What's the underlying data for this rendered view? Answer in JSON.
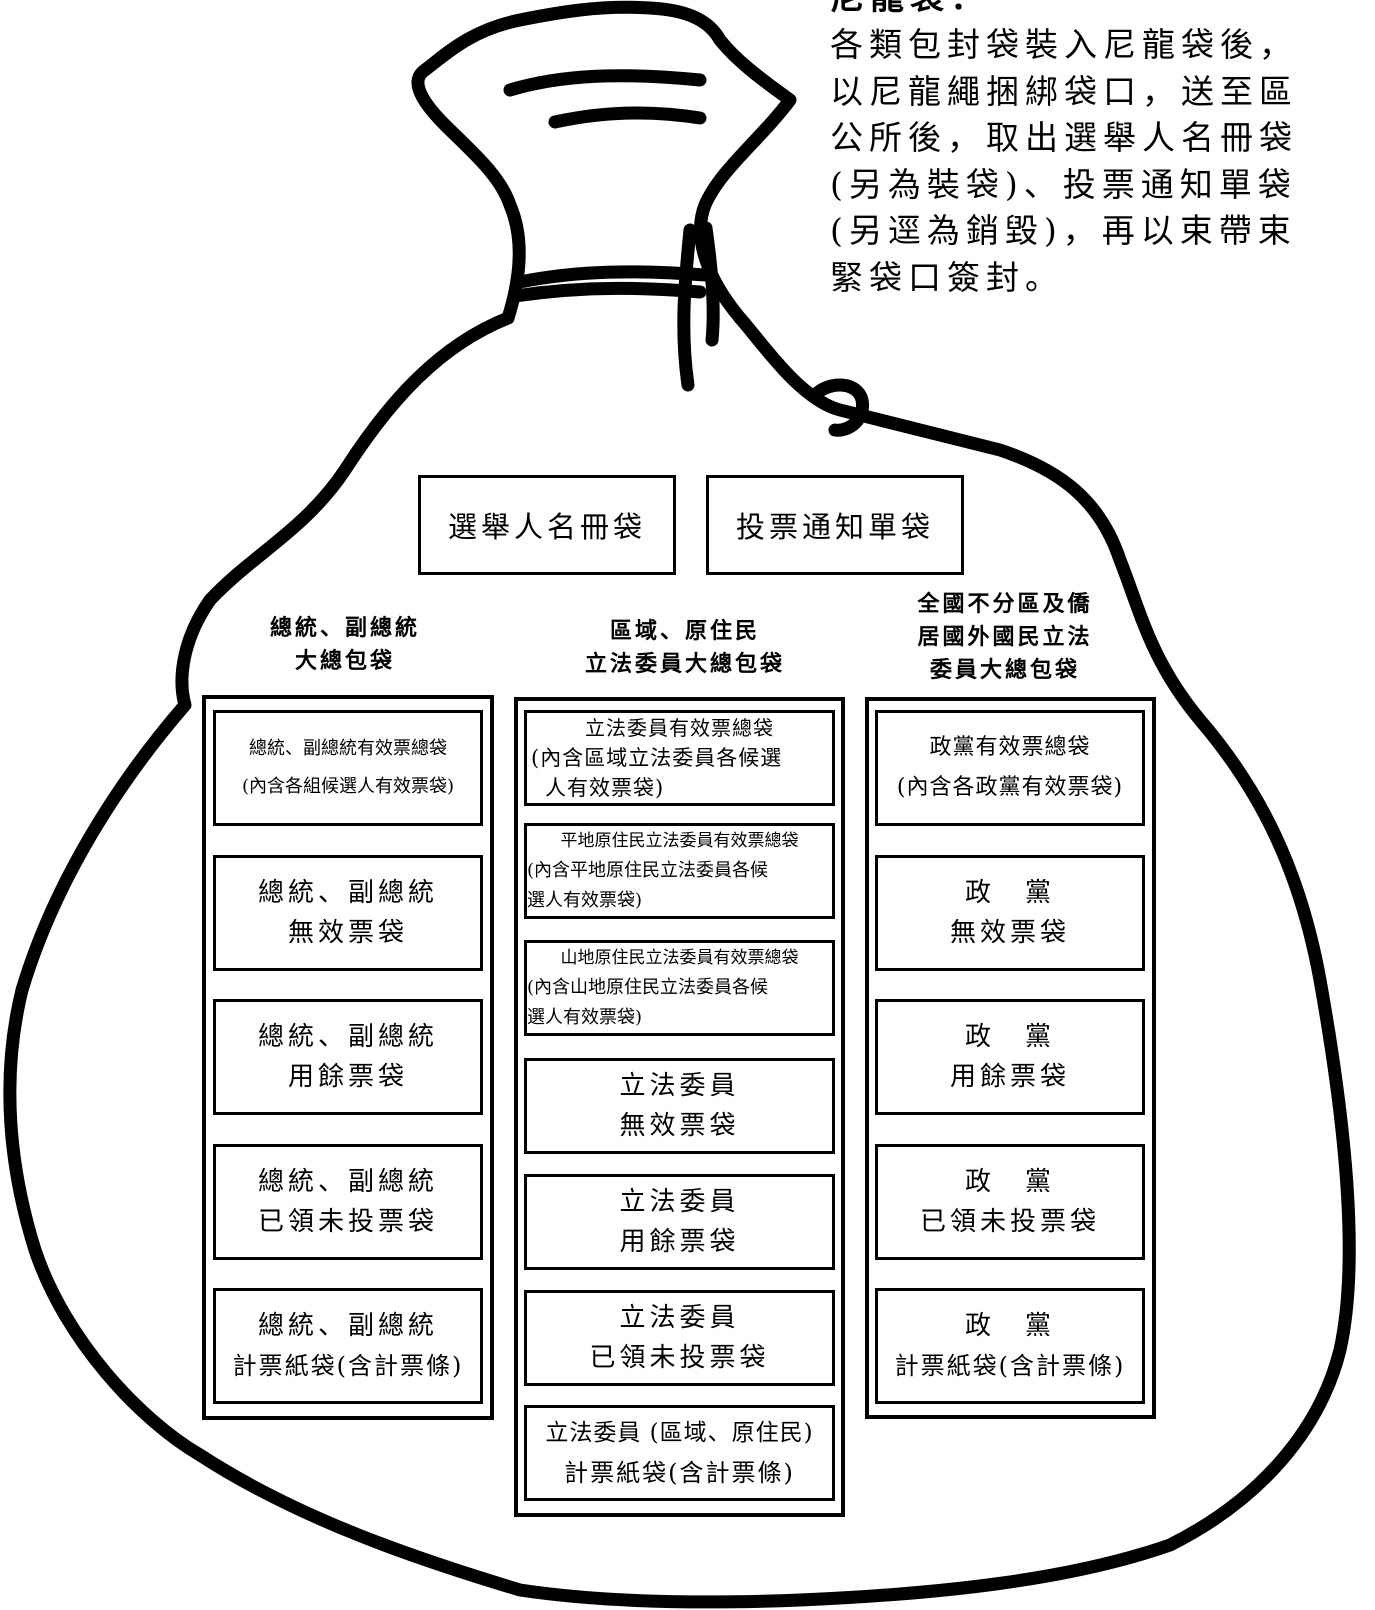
{
  "note": {
    "title": "尼龍袋：",
    "lines": [
      "各類包封袋裝入尼龍袋後，",
      "以尼龍繩捆綁袋口，送至區",
      "公所後，取出選舉人名冊袋",
      "(另為裝袋)、投票通知單袋",
      "(另逕為銷毀)，再以束帶束",
      "緊袋口簽封。"
    ]
  },
  "top_boxes": {
    "voter_roll": "選舉人名冊袋",
    "notice": "投票通知單袋"
  },
  "columns": {
    "president": {
      "heading": [
        "總統、副總統",
        "大總包袋"
      ],
      "items": [
        [
          "總統、副總統有效票總袋",
          "(內含各組候選人有效票袋)"
        ],
        [
          "總統、副總統",
          "無效票袋"
        ],
        [
          "總統、副總統",
          "用餘票袋"
        ],
        [
          "總統、副總統",
          "已領未投票袋"
        ],
        [
          "總統、副總統",
          "計票紙袋(含計票條)"
        ]
      ]
    },
    "legislator": {
      "heading": [
        "區域、原住民",
        "立法委員大總包袋"
      ],
      "items": [
        [
          "立法委員有效票總袋",
          "(內含區域立法委員各候選",
          "人有效票袋)"
        ],
        [
          "平地原住民立法委員有效票總袋",
          "(內含平地原住民立法委員各候",
          "選人有效票袋)"
        ],
        [
          "山地原住民立法委員有效票總袋",
          "(內含山地原住民立法委員各候",
          "選人有效票袋)"
        ],
        [
          "立法委員",
          "無效票袋"
        ],
        [
          "立法委員",
          "用餘票袋"
        ],
        [
          "立法委員",
          "已領未投票袋"
        ],
        [
          "立法委員 (區域、原住民)",
          "計票紙袋(含計票條)"
        ]
      ]
    },
    "party": {
      "heading": [
        "全國不分區及僑",
        "居國外國民立法",
        "委員大總包袋"
      ],
      "items": [
        [
          "政黨有效票總袋",
          "(內含各政黨有效票袋)"
        ],
        [
          "政　黨",
          "無效票袋"
        ],
        [
          "政　黨",
          "用餘票袋"
        ],
        [
          "政　黨",
          "已領未投票袋"
        ],
        [
          "政　黨",
          "計票紙袋(含計票條)"
        ]
      ]
    }
  }
}
